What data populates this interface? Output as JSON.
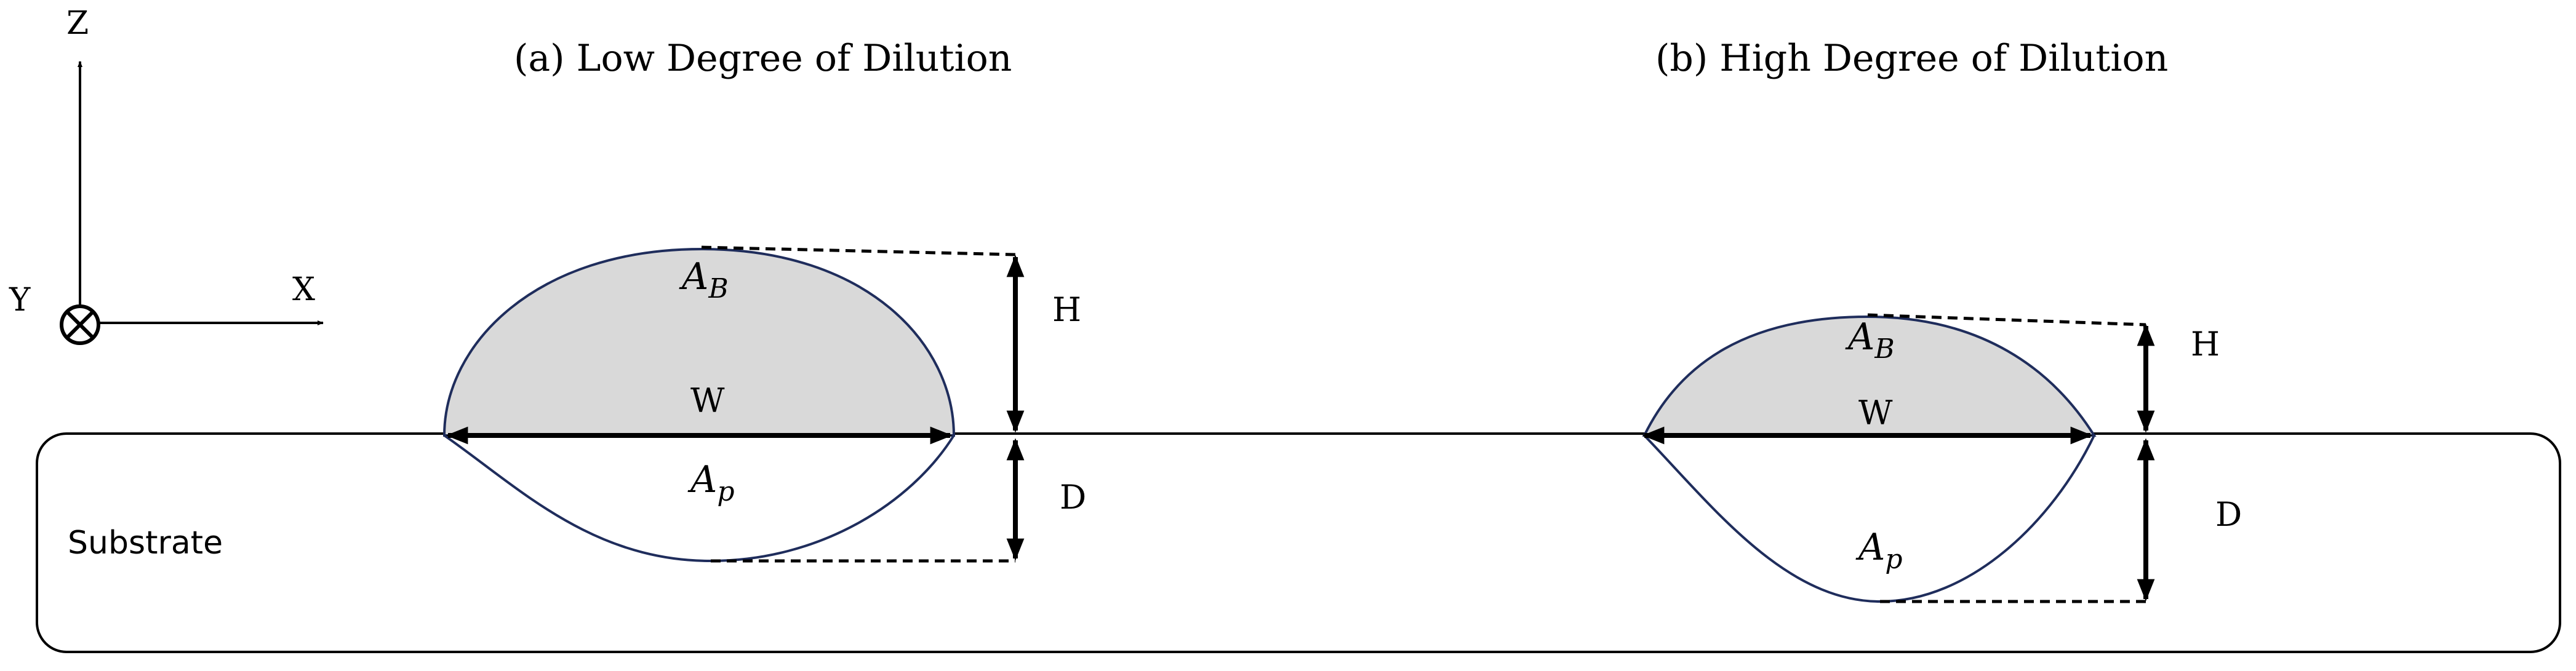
{
  "panel_a": {
    "title": "(a) Low Degree of Dilution",
    "label_bead_area": "A",
    "label_bead_area_sub": "B",
    "label_penetration_area": "A",
    "label_penetration_area_sub": "p",
    "label_width": "W",
    "label_height": "H",
    "label_depth": "D"
  },
  "panel_b": {
    "title": "(b) High Degree of Dilution",
    "label_bead_area": "A",
    "label_bead_area_sub": "B",
    "label_penetration_area": "A",
    "label_penetration_area_sub": "p",
    "label_width": "W",
    "label_height": "H",
    "label_depth": "D"
  },
  "axes": {
    "z_label": "Z",
    "x_label": "X",
    "y_label": "Y"
  },
  "substrate": {
    "label": "Substrate"
  },
  "colors": {
    "bead_fill": "#d9d9d9",
    "bead_outline": "#1f2d5c",
    "line": "#000000"
  }
}
